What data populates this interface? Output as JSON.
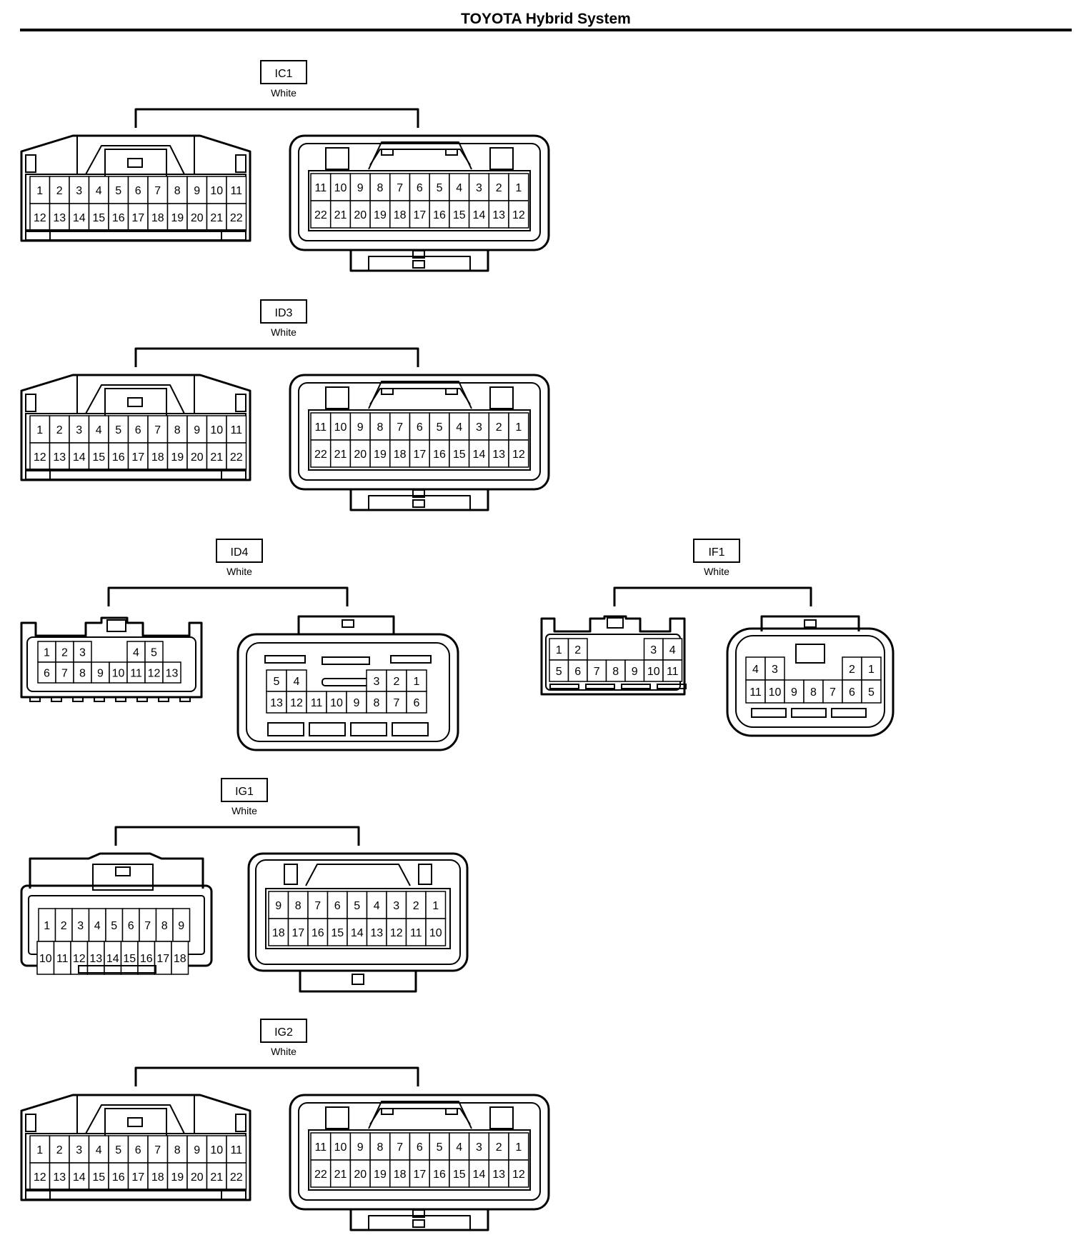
{
  "page_title": "TOYOTA Hybrid System",
  "colors": {
    "ink": "#000000",
    "paper": "#ffffff"
  },
  "connectors": [
    {
      "id": "IC1",
      "color": "White",
      "left": {
        "style": "A22",
        "rows": [
          [
            "1",
            "2",
            "3",
            "4",
            "5",
            "6",
            "7",
            "8",
            "9",
            "10",
            "11"
          ],
          [
            "12",
            "13",
            "14",
            "15",
            "16",
            "17",
            "18",
            "19",
            "20",
            "21",
            "22"
          ]
        ]
      },
      "right": {
        "style": "B22",
        "rows": [
          [
            "11",
            "10",
            "9",
            "8",
            "7",
            "6",
            "5",
            "4",
            "3",
            "2",
            "1"
          ],
          [
            "22",
            "21",
            "20",
            "19",
            "18",
            "17",
            "16",
            "15",
            "14",
            "13",
            "12"
          ]
        ]
      }
    },
    {
      "id": "ID3",
      "color": "White",
      "left": {
        "style": "A22",
        "rows": [
          [
            "1",
            "2",
            "3",
            "4",
            "5",
            "6",
            "7",
            "8",
            "9",
            "10",
            "11"
          ],
          [
            "12",
            "13",
            "14",
            "15",
            "16",
            "17",
            "18",
            "19",
            "20",
            "21",
            "22"
          ]
        ]
      },
      "right": {
        "style": "B22",
        "rows": [
          [
            "11",
            "10",
            "9",
            "8",
            "7",
            "6",
            "5",
            "4",
            "3",
            "2",
            "1"
          ],
          [
            "22",
            "21",
            "20",
            "19",
            "18",
            "17",
            "16",
            "15",
            "14",
            "13",
            "12"
          ]
        ]
      }
    },
    {
      "id": "ID4",
      "color": "White",
      "left": {
        "style": "A13",
        "rows": [
          [
            "1",
            "2",
            "3",
            "",
            "",
            "4",
            "5"
          ],
          [
            "6",
            "7",
            "8",
            "9",
            "10",
            "11",
            "12",
            "13"
          ]
        ]
      },
      "right": {
        "style": "B13",
        "rows": [
          [
            "5",
            "4",
            "",
            "",
            "",
            "3",
            "2",
            "1"
          ],
          [
            "13",
            "12",
            "11",
            "10",
            "9",
            "8",
            "7",
            "6"
          ]
        ]
      }
    },
    {
      "id": "IF1",
      "color": "White",
      "left": {
        "style": "A11",
        "rows": [
          [
            "1",
            "2",
            "",
            "",
            "",
            "3",
            "4"
          ],
          [
            "5",
            "6",
            "7",
            "8",
            "9",
            "10",
            "11"
          ]
        ]
      },
      "right": {
        "style": "B11",
        "rows": [
          [
            "4",
            "3",
            "",
            "",
            "",
            "2",
            "1"
          ],
          [
            "11",
            "10",
            "9",
            "8",
            "7",
            "6",
            "5"
          ]
        ]
      }
    },
    {
      "id": "IG1",
      "color": "White",
      "left": {
        "style": "A18",
        "rows": [
          [
            "1",
            "2",
            "3",
            "4",
            "5",
            "6",
            "7",
            "8",
            "9"
          ],
          [
            "10",
            "11",
            "12",
            "13",
            "14",
            "15",
            "16",
            "17",
            "18"
          ]
        ]
      },
      "right": {
        "style": "B18",
        "rows": [
          [
            "9",
            "8",
            "7",
            "6",
            "5",
            "4",
            "3",
            "2",
            "1"
          ],
          [
            "18",
            "17",
            "16",
            "15",
            "14",
            "13",
            "12",
            "11",
            "10"
          ]
        ]
      }
    },
    {
      "id": "IG2",
      "color": "White",
      "left": {
        "style": "A22",
        "rows": [
          [
            "1",
            "2",
            "3",
            "4",
            "5",
            "6",
            "7",
            "8",
            "9",
            "10",
            "11"
          ],
          [
            "12",
            "13",
            "14",
            "15",
            "16",
            "17",
            "18",
            "19",
            "20",
            "21",
            "22"
          ]
        ]
      },
      "right": {
        "style": "B22",
        "rows": [
          [
            "11",
            "10",
            "9",
            "8",
            "7",
            "6",
            "5",
            "4",
            "3",
            "2",
            "1"
          ],
          [
            "22",
            "21",
            "20",
            "19",
            "18",
            "17",
            "16",
            "15",
            "14",
            "13",
            "12"
          ]
        ]
      }
    }
  ]
}
